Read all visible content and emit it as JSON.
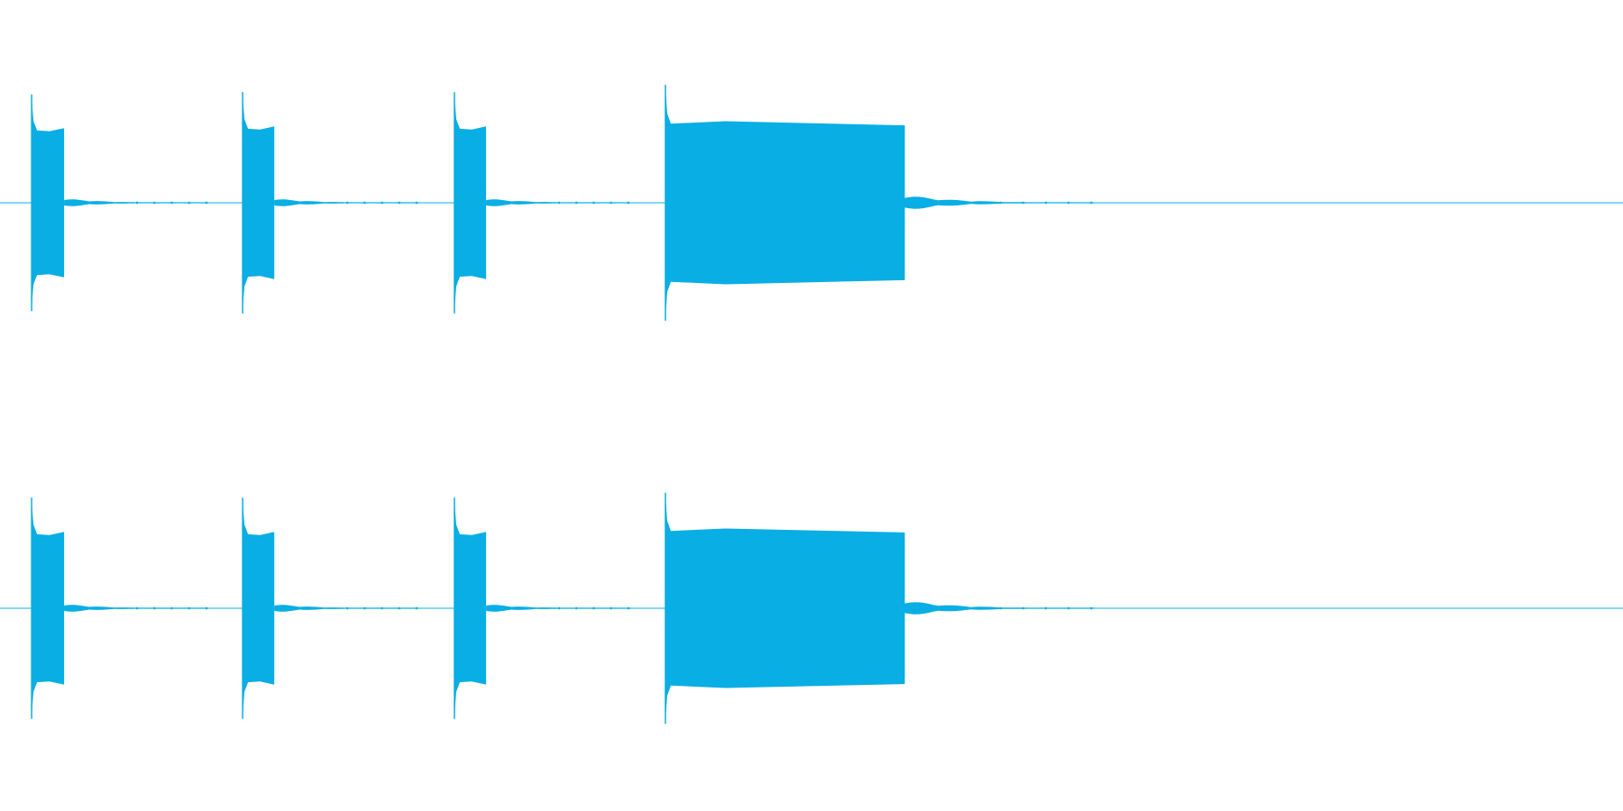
{
  "colors": {
    "background": "#ffffff",
    "waveform": "#08aee4",
    "baseline": "#08aee4"
  },
  "channels": [
    {
      "name": "",
      "bursts": [
        {
          "start": 0.0195,
          "end": 0.0395,
          "level": 0.86
        },
        {
          "start": 0.1495,
          "end": 0.169,
          "level": 0.88
        },
        {
          "start": 0.28,
          "end": 0.2995,
          "level": 0.88
        },
        {
          "start": 0.41,
          "end": 0.5575,
          "level": 0.94
        }
      ]
    },
    {
      "name": "",
      "bursts": [
        {
          "start": 0.0195,
          "end": 0.0395,
          "level": 0.88
        },
        {
          "start": 0.1495,
          "end": 0.169,
          "level": 0.88
        },
        {
          "start": 0.28,
          "end": 0.2995,
          "level": 0.88
        },
        {
          "start": 0.41,
          "end": 0.5575,
          "level": 0.92
        }
      ]
    }
  ]
}
